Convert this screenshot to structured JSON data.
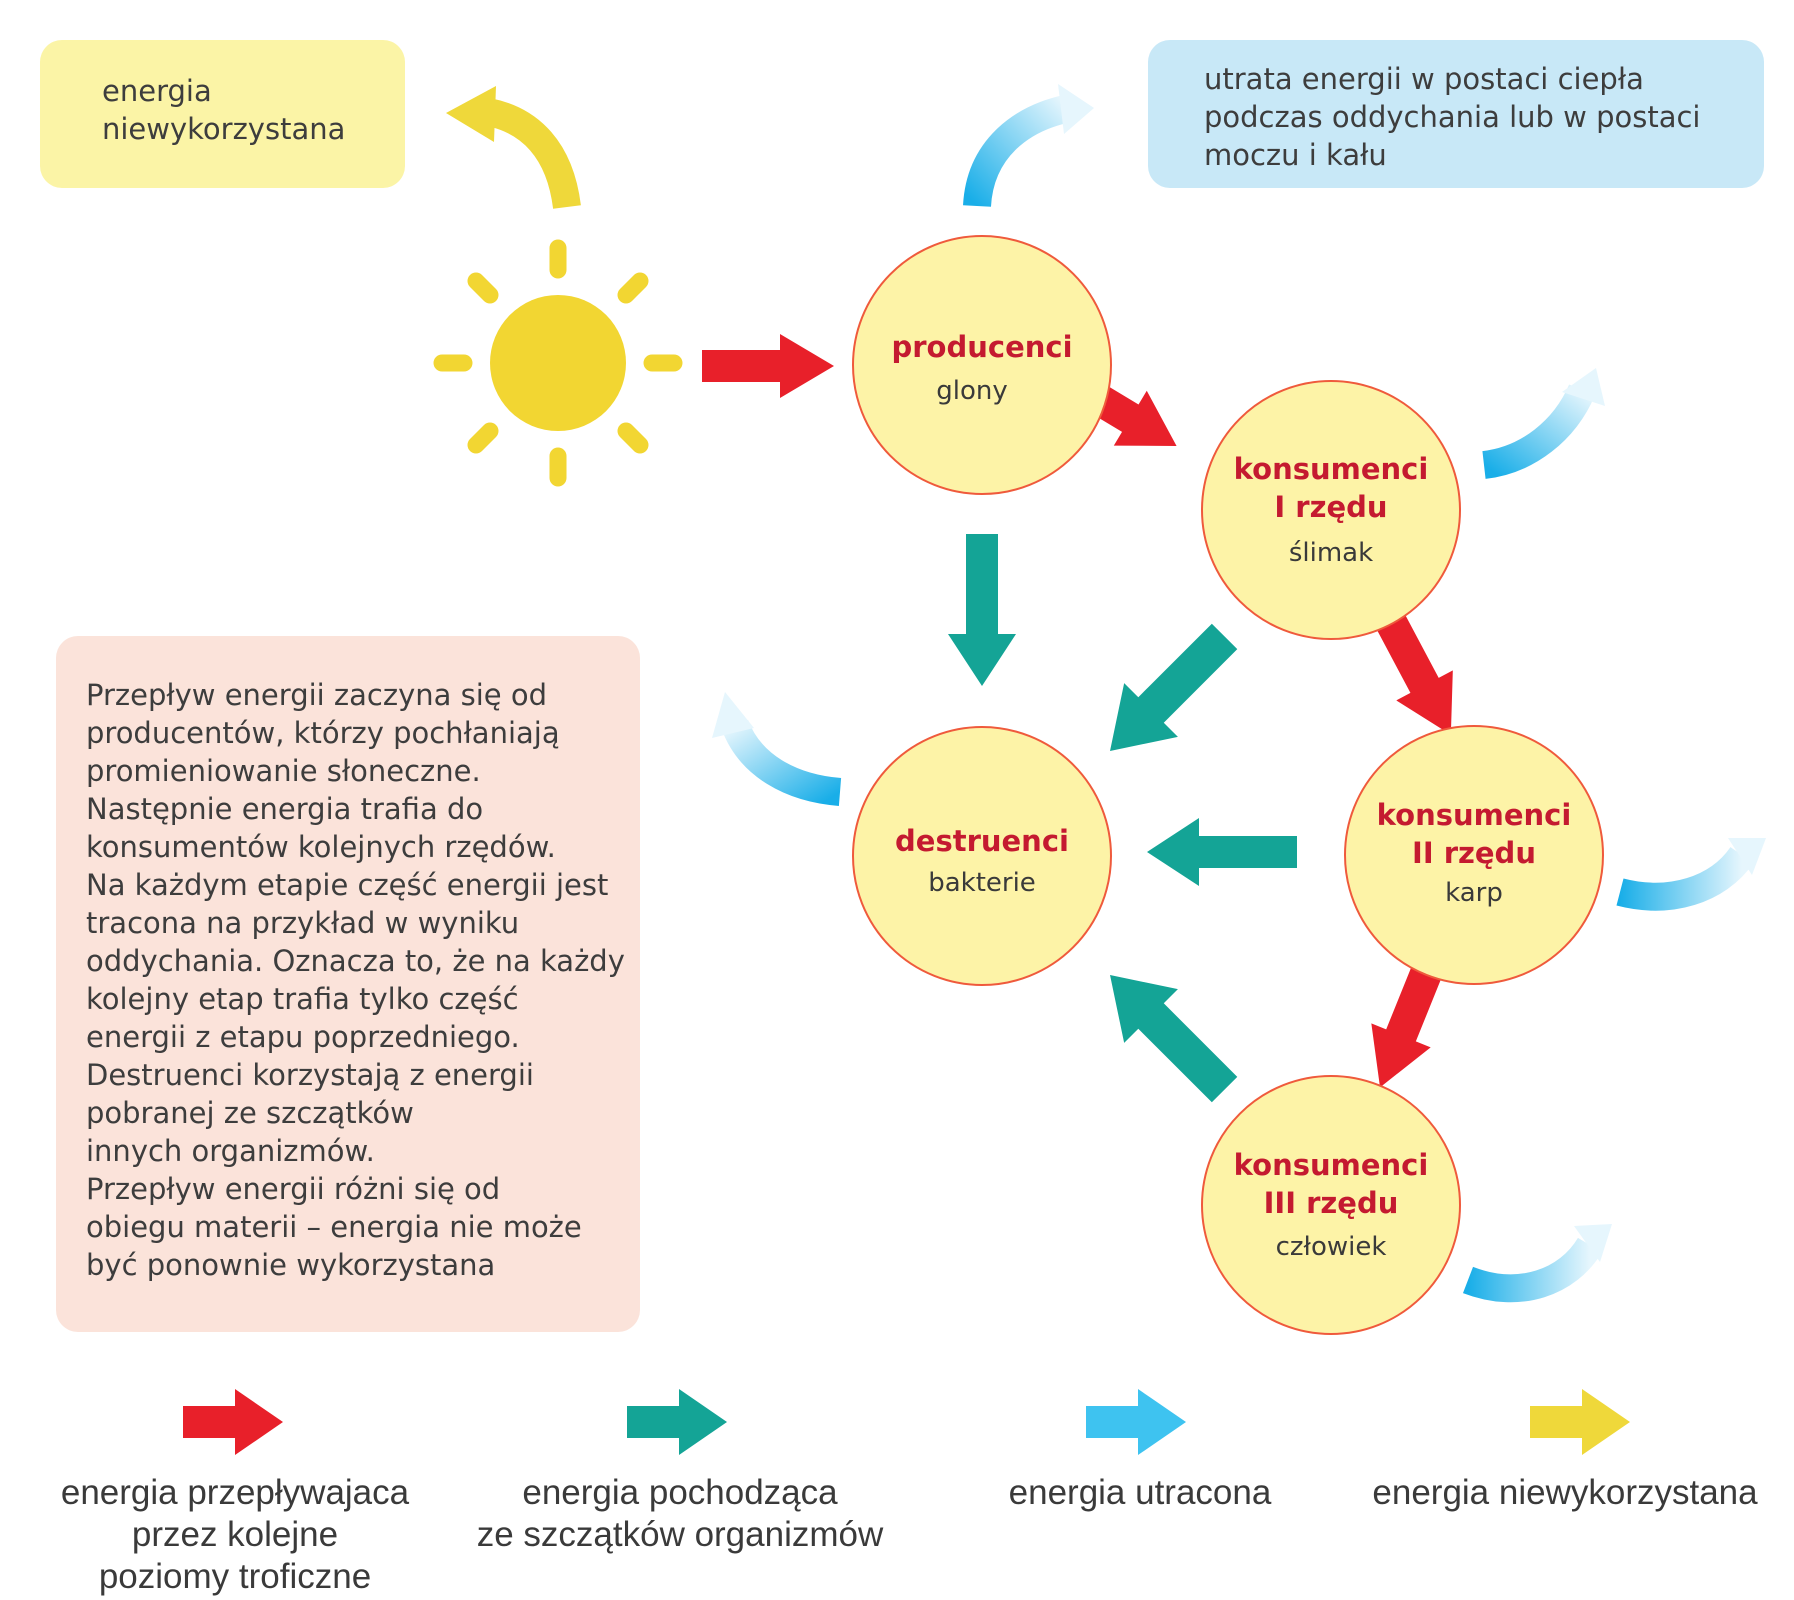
{
  "boxes": {
    "unused_energy": "energia\nniewykorzystana",
    "heat_loss": "utrata energii w postaci ciepła\npodczas oddychania lub w postaci\nmoczu i kału",
    "description": "Przepływ energii zaczyna się od\nproducentów, którzy pochłaniają\npromieniowanie słoneczne.\nNastępnie energia trafia do\nkonsumentów kolejnych rzędów.\nNa każdym etapie część energii jest\ntracona na przykład w wyniku\noddychania. Oznacza to, że na każdy\nkolejny etap trafia tylko część\nenergii z etapu poprzedniego.\nDestruenci korzystają z energii\npobranej ze szczątków\ninnych organizmów.\nPrzepływ energii różni się od\nobiegu materii – energia nie może\nbyć ponownie wykorzystana"
  },
  "nodes": {
    "producers": {
      "title": "producenci",
      "example": "glony"
    },
    "consumers_1": {
      "title": "konsumenci\nI rzędu",
      "example": "ślimak"
    },
    "consumers_2": {
      "title": "konsumenci\nII rzędu",
      "example": "karp"
    },
    "consumers_3": {
      "title": "konsumenci\nIII rzędu",
      "example": "człowiek"
    },
    "decomposers": {
      "title": "destruenci",
      "example": "bakterie"
    }
  },
  "legend": [
    {
      "label": "energia przepływajaca\nprzez kolejne\npoziomy troficzne",
      "color": "#e8202a"
    },
    {
      "label": "energia pochodząca\nze szczątków organizmów",
      "color": "#14a496"
    },
    {
      "label": "energia utracona",
      "color": "#3ec3f0"
    },
    {
      "label": "energia niewykorzystana",
      "color": "#efd83a"
    }
  ],
  "colors": {
    "flow": "#e8202a",
    "remains": "#14a496",
    "lost": "#3ec3f0",
    "unused": "#efd83a",
    "circle_fill": "#fdf3a7",
    "circle_stroke": "#ef5a3c",
    "node_title": "#c41a30"
  }
}
